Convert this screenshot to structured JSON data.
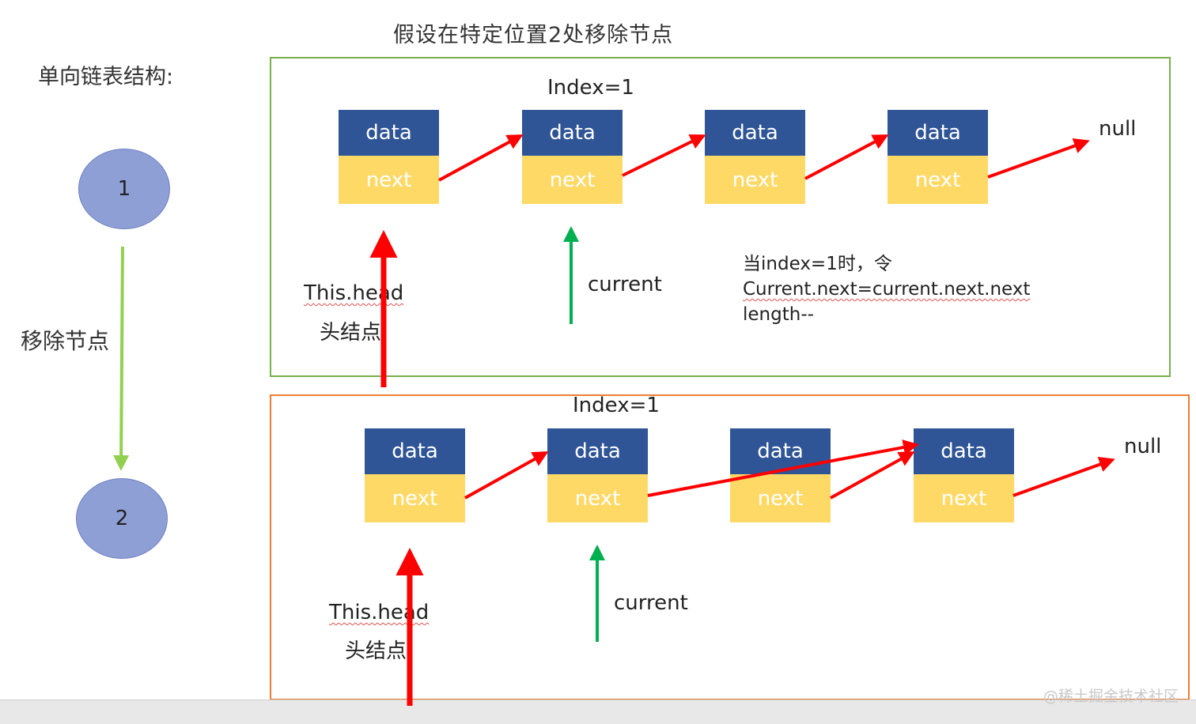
{
  "title": "假设在特定位置2处移除节点",
  "structure_label": "单向链表结构:",
  "state_circles": [
    {
      "label": "1"
    },
    {
      "label": "2"
    }
  ],
  "remove_label": "移除节点",
  "node": {
    "data_label": "data",
    "next_label": "next"
  },
  "null_label": "null",
  "index_label": "Index=1",
  "head_label": "This.head",
  "head_cn_label": "头结点",
  "current_label": "current",
  "note": [
    "当index=1时，令",
    "Current.next=current.next.next",
    "length--"
  ],
  "watermark": "@稀土掘金技术社区",
  "colors": {
    "node_data": "#2f5597",
    "node_next": "#ffd966",
    "arrow_red": "#ff0000",
    "arrow_green": "#00b050",
    "arrow_lightgreen": "#92d050",
    "panel_top_border": "#78b04a",
    "panel_bottom_border": "#ed7d31",
    "circle_fill": "#8e9fd6"
  }
}
